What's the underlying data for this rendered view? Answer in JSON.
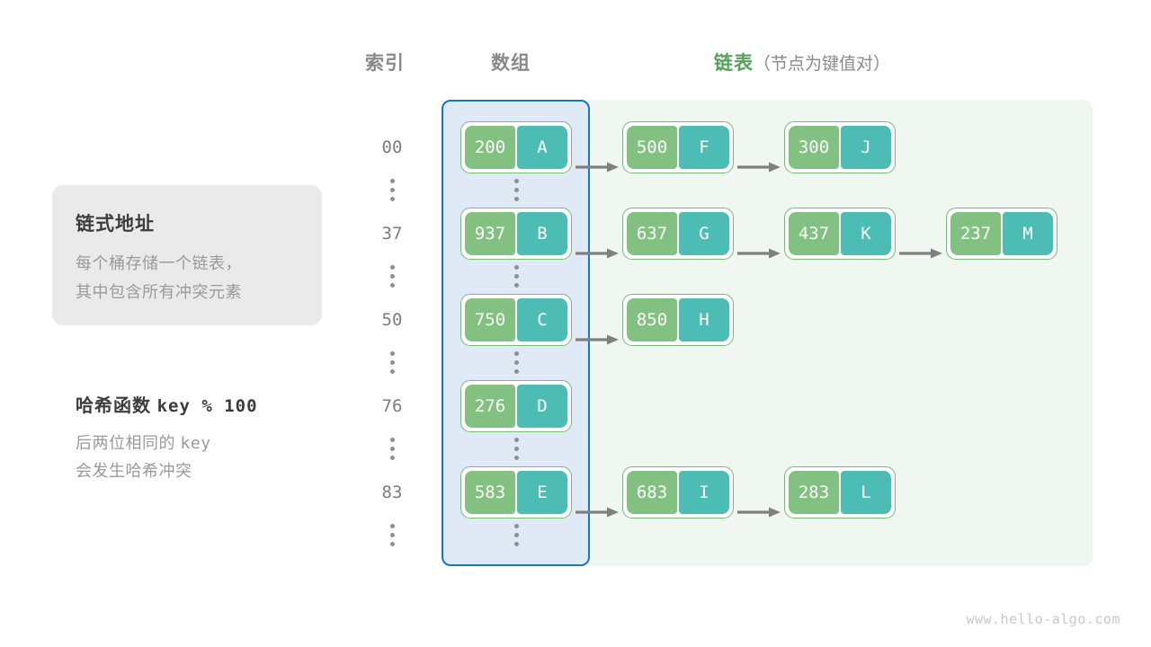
{
  "headers": {
    "index": "索引",
    "array": "数组",
    "list_accent": "链表",
    "list_sub": "（节点为键值对）"
  },
  "info_card": {
    "title": "链式地址",
    "body": "每个桶存储一个链表，\n其中包含所有冲突元素"
  },
  "hash_note": {
    "title_label": "哈希函数",
    "title_expr": "key % 100",
    "body_line1_prefix": "后两位相同的 ",
    "body_line1_mono": "key",
    "body_line2": "会发生哈希冲突"
  },
  "colors": {
    "key_green": "#83c183",
    "value_teal": "#4cbcb4",
    "node_border": "#79b87a",
    "array_panel_bg": "#dfeaf6",
    "array_panel_border": "#1a73c4",
    "list_panel_bg": "#f0f7f0",
    "accent_green": "#55a05a",
    "index_text": "#7d7d7d",
    "arrow_gray": "#808080",
    "card_bg": "#eaeaea"
  },
  "rows": [
    {
      "kind": "bucket",
      "index": "00",
      "nodes": [
        {
          "key": "200",
          "value": "A",
          "in_array": true
        },
        {
          "key": "500",
          "value": "F",
          "in_array": false
        },
        {
          "key": "300",
          "value": "J",
          "in_array": false
        }
      ]
    },
    {
      "kind": "ellipsis"
    },
    {
      "kind": "bucket",
      "index": "37",
      "nodes": [
        {
          "key": "937",
          "value": "B",
          "in_array": true
        },
        {
          "key": "637",
          "value": "G",
          "in_array": false
        },
        {
          "key": "437",
          "value": "K",
          "in_array": false
        },
        {
          "key": "237",
          "value": "M",
          "in_array": false
        }
      ]
    },
    {
      "kind": "ellipsis"
    },
    {
      "kind": "bucket",
      "index": "50",
      "nodes": [
        {
          "key": "750",
          "value": "C",
          "in_array": true
        },
        {
          "key": "850",
          "value": "H",
          "in_array": false
        }
      ]
    },
    {
      "kind": "ellipsis"
    },
    {
      "kind": "bucket",
      "index": "76",
      "nodes": [
        {
          "key": "276",
          "value": "D",
          "in_array": true
        }
      ]
    },
    {
      "kind": "ellipsis"
    },
    {
      "kind": "bucket",
      "index": "83",
      "nodes": [
        {
          "key": "583",
          "value": "E",
          "in_array": true
        },
        {
          "key": "683",
          "value": "I",
          "in_array": false
        },
        {
          "key": "283",
          "value": "L",
          "in_array": false
        }
      ]
    },
    {
      "kind": "ellipsis"
    }
  ],
  "footer": "www.hello-algo.com"
}
